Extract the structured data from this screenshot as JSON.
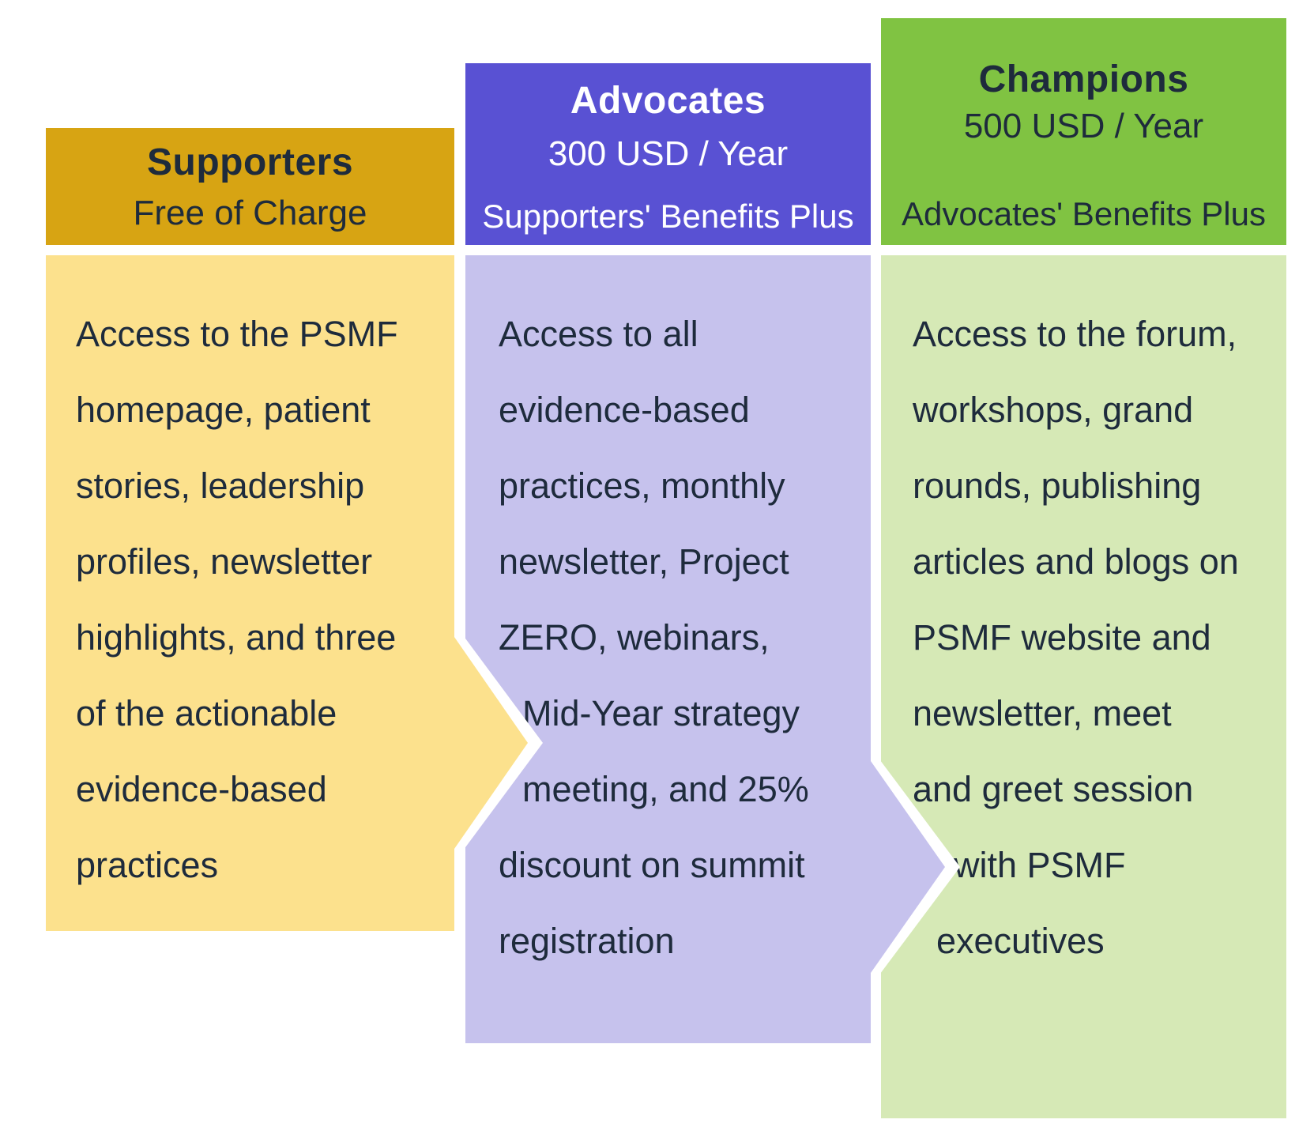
{
  "theme": {
    "background": "#FFFFFF",
    "text_dark": "#1E2B3C",
    "text_light": "#FFFFFF",
    "supporters_header_bg": "#D7A413",
    "supporters_body_bg": "#FCE18D",
    "advocates_header_bg": "#5951D3",
    "advocates_body_bg": "#C6C2ED",
    "champions_header_bg": "#80C342",
    "champions_body_bg": "#D6E9B6"
  },
  "columns": [
    {
      "title": "Supporters",
      "price": "Free of Charge",
      "plus": "",
      "body_lines": [
        "Access to the PSMF",
        "homepage, patient",
        "stories, leadership",
        "profiles, newsletter",
        "highlights, and three",
        "of the actionable",
        "evidence-based",
        "practices"
      ]
    },
    {
      "title": "Advocates",
      "price": "300 USD / Year",
      "plus": "Supporters' Benefits Plus",
      "body_lines": [
        "Access to all",
        "evidence-based",
        "practices, monthly",
        "newsletter, Project",
        "ZERO, webinars,",
        "Mid-Year strategy",
        "meeting, and 25%",
        "discount on summit",
        "registration"
      ]
    },
    {
      "title": "Champions",
      "price": "500 USD / Year",
      "plus": "Advocates' Benefits Plus",
      "body_lines": [
        "Access to the forum,",
        "workshops, grand",
        "rounds, publishing",
        "articles and blogs on",
        "PSMF website and",
        "newsletter, meet",
        "and greet session",
        "with PSMF",
        "executives"
      ]
    }
  ]
}
